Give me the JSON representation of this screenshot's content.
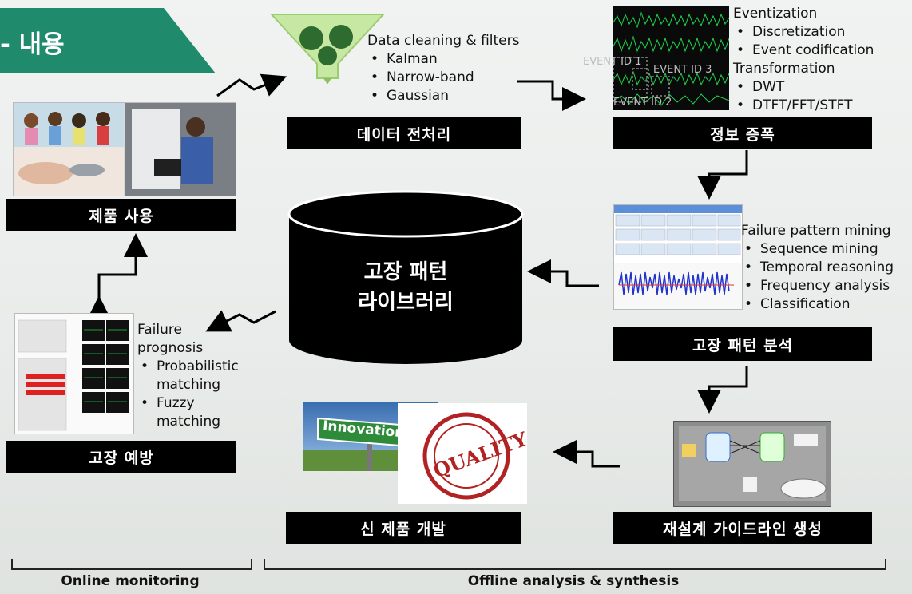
{
  "header": {
    "title": "- 내용"
  },
  "stages": {
    "product_use": "제품 사용",
    "preprocessing": "데이터 전처리",
    "info_amplification": "정보 증폭",
    "library": "고장 패턴\n라이브러리",
    "pattern_analysis": "고장 패턴 분석",
    "prevention": "고장 예방",
    "new_product": "신 제품 개발",
    "redesign": "재설계 가이드라인 생성"
  },
  "preprocessing_text": {
    "heading": "Data cleaning & filters",
    "items": [
      "Kalman",
      "Narrow-band",
      "Gaussian"
    ]
  },
  "amplification_text": {
    "heading1": "Eventization",
    "items1": [
      "Discretization",
      "Event codification"
    ],
    "heading2": "Transformation",
    "items2": [
      "DWT",
      "DTFT/FFT/STFT"
    ],
    "event_labels": [
      "EVENT ID 1",
      "EVENT ID 3",
      "EVENT ID 2"
    ]
  },
  "analysis_text": {
    "heading": "Failure pattern mining",
    "items": [
      "Sequence mining",
      "Temporal reasoning",
      "Frequency analysis",
      "Classification"
    ]
  },
  "prognosis_text": {
    "heading": "Failure\nprognosis",
    "items": [
      "Probabilistic\nmatching",
      "Fuzzy\nmatching"
    ]
  },
  "images": {
    "innovation_sign": "Innovation",
    "quality_stamp": "QUALITY"
  },
  "footer": {
    "online": "Online monitoring",
    "offline": "Offline analysis & synthesis"
  },
  "colors": {
    "banner": "#1f8a6c",
    "label_bg": "#000000",
    "signal_blue": "#2233cc",
    "signal_green": "#22cc44"
  }
}
